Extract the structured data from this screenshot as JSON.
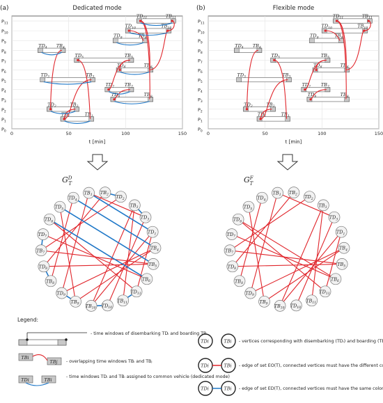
{
  "panels": [
    {
      "tag": "(a)",
      "title": "Dedicated mode",
      "xlabel": "t [min]",
      "xticks": [
        "0",
        "50",
        "100",
        "150"
      ],
      "yticks": [
        "P0",
        "P1",
        "P2",
        "P3",
        "P4",
        "P5",
        "P6",
        "P7",
        "P8",
        "P9",
        "P10",
        "P11"
      ],
      "graph_label": "G",
      "graph_sup": "D",
      "graph_sub": "T"
    },
    {
      "tag": "(b)",
      "title": "Flexible mode",
      "xlabel": "t [min]",
      "xticks": [
        "0",
        "50",
        "100",
        "150"
      ],
      "yticks": [
        "P0",
        "P1",
        "P2",
        "P3",
        "P4",
        "P5",
        "P6",
        "P7",
        "P8",
        "P9",
        "P10",
        "P11"
      ],
      "graph_label": "G",
      "graph_sup": "F",
      "graph_sub": "T"
    }
  ],
  "windows": [
    {
      "td": "TD1",
      "tb": "TB1",
      "level": 1,
      "start": 46,
      "end": 69
    },
    {
      "td": "TD2",
      "tb": "TB2",
      "level": 2,
      "start": 34,
      "end": 56
    },
    {
      "td": "TD3",
      "tb": "TB3",
      "level": 5,
      "start": 28,
      "end": 70
    },
    {
      "td": "TD4",
      "tb": "TB4",
      "level": 8,
      "start": 26,
      "end": 44
    },
    {
      "td": "TD5",
      "tb": "TB5",
      "level": 7,
      "start": 58,
      "end": 104
    },
    {
      "td": "TD6",
      "tb": "TB6",
      "level": 6,
      "start": 95,
      "end": 121
    },
    {
      "td": "TD7",
      "tb": "TB7",
      "level": 4,
      "start": 85,
      "end": 104
    },
    {
      "td": "TD8",
      "tb": "TB8",
      "level": 3,
      "start": 90,
      "end": 121
    },
    {
      "td": "TD9",
      "tb": "TB9",
      "level": 9,
      "start": 92,
      "end": 116
    },
    {
      "td": "TD10",
      "tb": "TB10",
      "level": 10,
      "start": 103,
      "end": 137
    },
    {
      "td": "TD11",
      "tb": "TB11",
      "level": 11,
      "start": 113,
      "end": 141
    }
  ],
  "graph_nodes": [
    "TD4",
    "TB1",
    "TB2",
    "TD2",
    "TB3",
    "TD3",
    "TD1",
    "TB4",
    "TB5",
    "TB6",
    "TD11",
    "TB11",
    "TD10",
    "TB10",
    "TB9",
    "TD9",
    "TB8",
    "TD8",
    "TB7",
    "TD7",
    "TD6",
    "TD5"
  ],
  "legend": {
    "title": "Legend:",
    "items": [
      "- time windows of disembarking TDᵢ and boarding TBᵢ",
      "- overlapping time windows TBᵢ and TBⱼ",
      "- time windows TDᵢ and TBᵢ assigned to common vehicle (dedicated mode)"
    ],
    "right_items": [
      "- vertices corresponding with disembarking (TDᵢ) and boarding (TBᵢ) operations",
      "- edge of set EO(T), connected vertices must have the different color",
      "- edge of set ED(T), connected vertices must have the same color"
    ]
  },
  "colors": {
    "red": "#e0242a",
    "blue": "#1f78c8",
    "bar": "#c8c8c8",
    "node": "#f2f2f2"
  }
}
